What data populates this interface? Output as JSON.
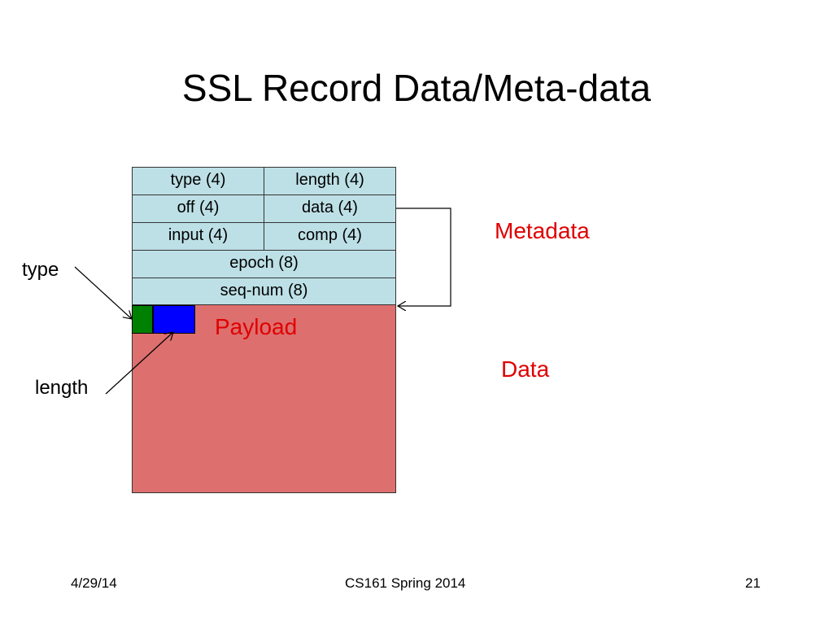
{
  "slide": {
    "title": "SSL Record Data/Meta-data"
  },
  "record": {
    "rows": [
      [
        "type (4)",
        "length (4)"
      ],
      [
        "off (4)",
        "data (4)"
      ],
      [
        "input (4)",
        "comp (4)"
      ],
      [
        "epoch (8)"
      ],
      [
        "seq-num (8)"
      ]
    ],
    "payload_label": "Payload"
  },
  "labels": {
    "metadata": "Metadata",
    "data": "Data",
    "type_pointer": "type",
    "length_pointer": "length"
  },
  "footer": {
    "date": "4/29/14",
    "course": "CS161 Spring 2014",
    "page": "21"
  },
  "colors": {
    "header_fill": "#bde0e6",
    "payload_fill": "#dd6f6f",
    "type_marker": "#008000",
    "length_marker": "#0000ff",
    "accent_text": "#e00000"
  }
}
